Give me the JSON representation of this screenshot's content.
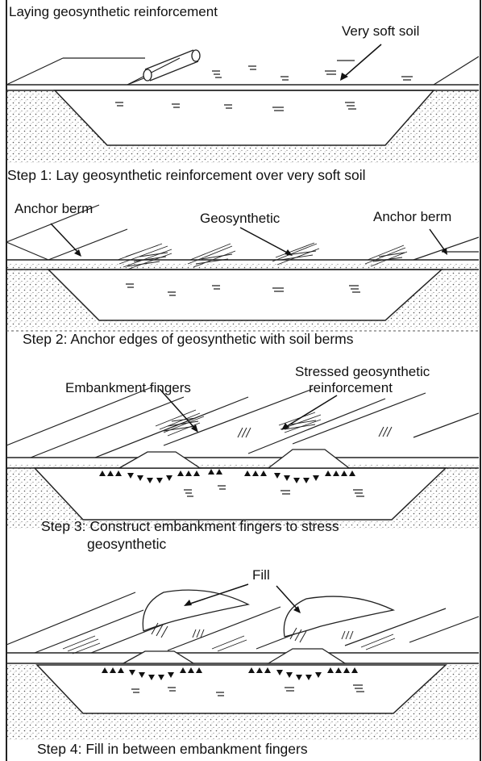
{
  "steps": [
    {
      "labels": {
        "laying": "Laying geosynthetic reinforcement",
        "very_soft_soil": "Very soft soil"
      },
      "caption": "Step 1: Lay geosynthetic reinforcement over very soft soil"
    },
    {
      "labels": {
        "anchor_left": "Anchor berm",
        "geosynthetic": "Geosynthetic",
        "anchor_right": "Anchor berm"
      },
      "caption": "Step 2: Anchor edges of geosynthetic with soil berms"
    },
    {
      "labels": {
        "embankment_fingers": "Embankment fingers",
        "stressed_line1": "Stressed geosynthetic",
        "stressed_line2": "reinforcement"
      },
      "caption_line1": "Step 3: Construct embankment fingers to stress",
      "caption_line2": "geosynthetic"
    },
    {
      "labels": {
        "fill": "Fill"
      },
      "caption": "Step 4: Fill in between embankment fingers"
    }
  ]
}
